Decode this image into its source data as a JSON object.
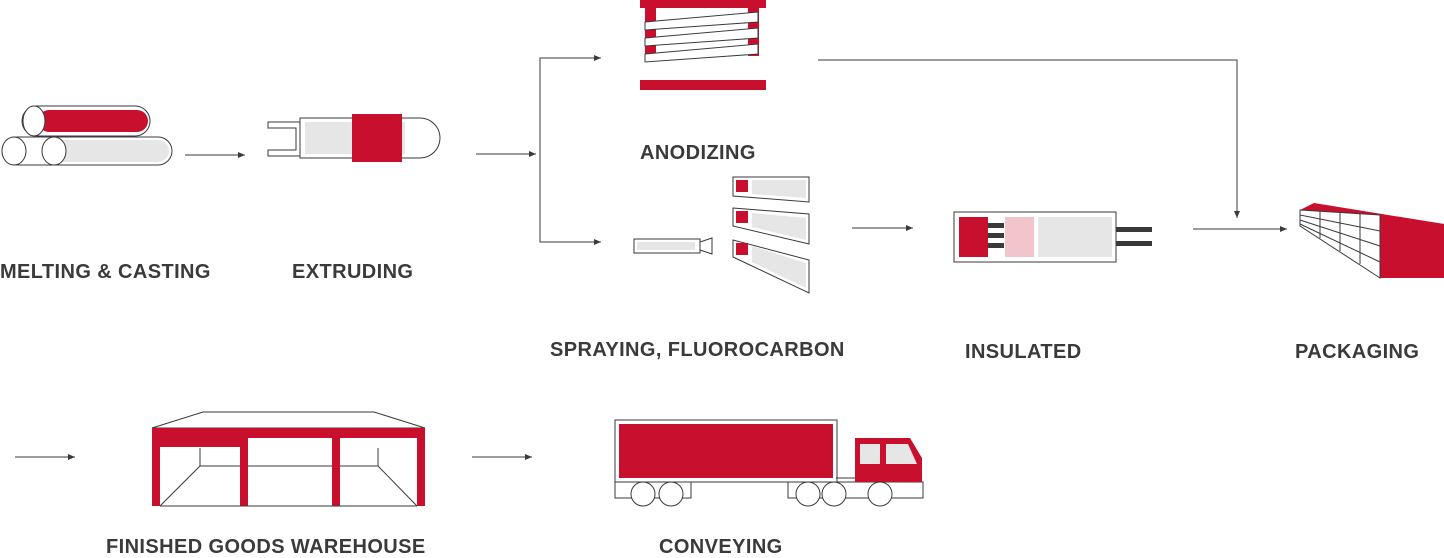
{
  "colors": {
    "accent": "#c8102e",
    "accent_light": "#f2c4cc",
    "fill_gray": "#e6e6e6",
    "stroke": "#3a3a3a"
  },
  "steps": {
    "melting": "MELTING & CASTING",
    "extruding": "EXTRUDING",
    "anodizing": "ANODIZING",
    "spraying": "SPRAYING, FLUOROCARBON",
    "insulated": "INSULATED",
    "packaging": "PACKAGING",
    "warehouse": "FINISHED GOODS WAREHOUSE",
    "conveying": "CONVEYING"
  }
}
